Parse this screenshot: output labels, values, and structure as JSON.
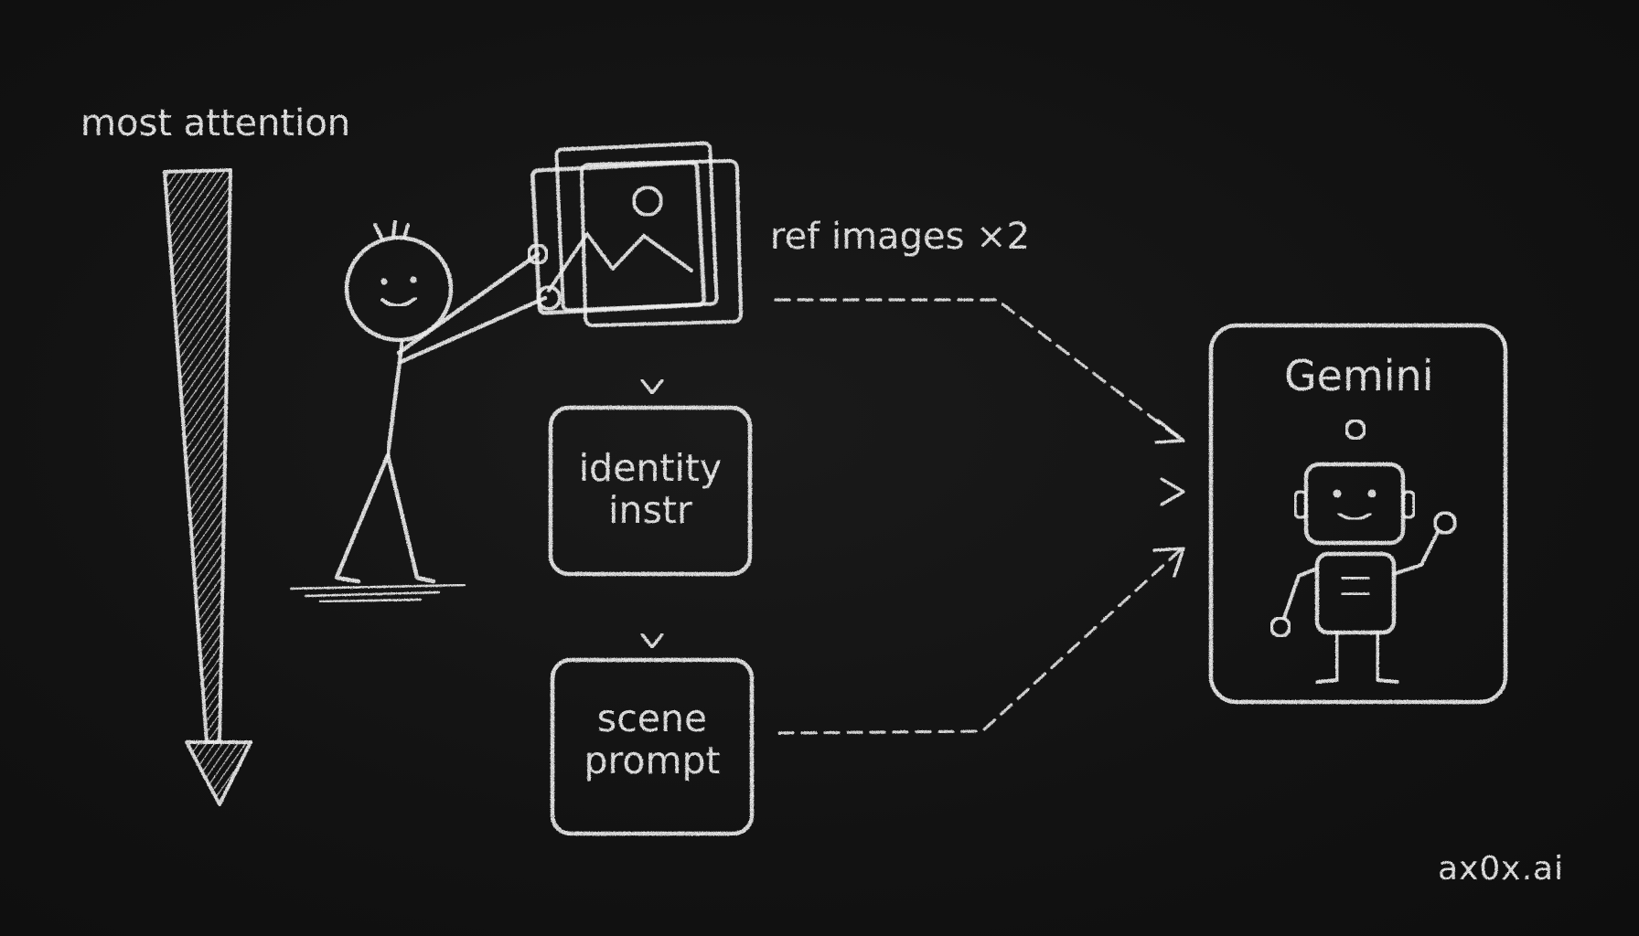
{
  "diagram": {
    "attention_label": "most attention",
    "ref_images_label": "ref images ×2",
    "identity_box": {
      "line1": "identity",
      "line2": "instr"
    },
    "scene_box": {
      "line1": "scene",
      "line2": "prompt"
    },
    "model_box": {
      "title": "Gemini"
    },
    "watermark": "ax0x.ai"
  },
  "colors": {
    "background": "#121212",
    "chalk": "#ededed"
  },
  "icons": [
    "stick-figure",
    "image-stack-icon",
    "robot-icon",
    "attention-arrow"
  ]
}
